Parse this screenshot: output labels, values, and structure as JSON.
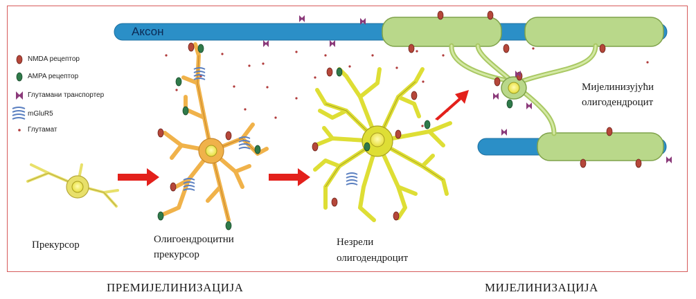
{
  "axon_label": "Аксон",
  "legend": [
    {
      "label": "NMDA рецептор",
      "icon": "nmda-receptor",
      "color": "#b5473a"
    },
    {
      "label": "AMPA  рецептор",
      "icon": "ampa-receptor",
      "color": "#2f7a4a"
    },
    {
      "label": "Глутамани транспортер",
      "icon": "glutamate-transporter",
      "color": "#8b3a7a"
    },
    {
      "label": "mGluR5",
      "icon": "mglur5",
      "color": "#5a7fc0"
    },
    {
      "label": "Глутамат",
      "icon": "glutamate",
      "color": "#a33"
    }
  ],
  "cells": {
    "precursor": "Прекурсор",
    "opc_line1": "Олигоендроцитни",
    "opc_line2": "прекурсор",
    "immature_line1": "Незрели",
    "immature_line2": "олигодендроцит",
    "myelinating_line1": "Мијелинизујући",
    "myelinating_line2": "олигодендроцит"
  },
  "stages": {
    "premyelination": "ПРЕМИЈЕЛИНИЗАЦИЈА",
    "myelination": "МИЈЕЛИНИЗАЦИЈА"
  },
  "colors": {
    "axon": "#2b8fc7",
    "myelin": "#b9d88a",
    "precursor_cell": "#e8e06a",
    "opc_cell": "#f0b24a",
    "immature_cell": "#dede35",
    "arrow": "#e3201b",
    "frame": "#d65a5a"
  }
}
